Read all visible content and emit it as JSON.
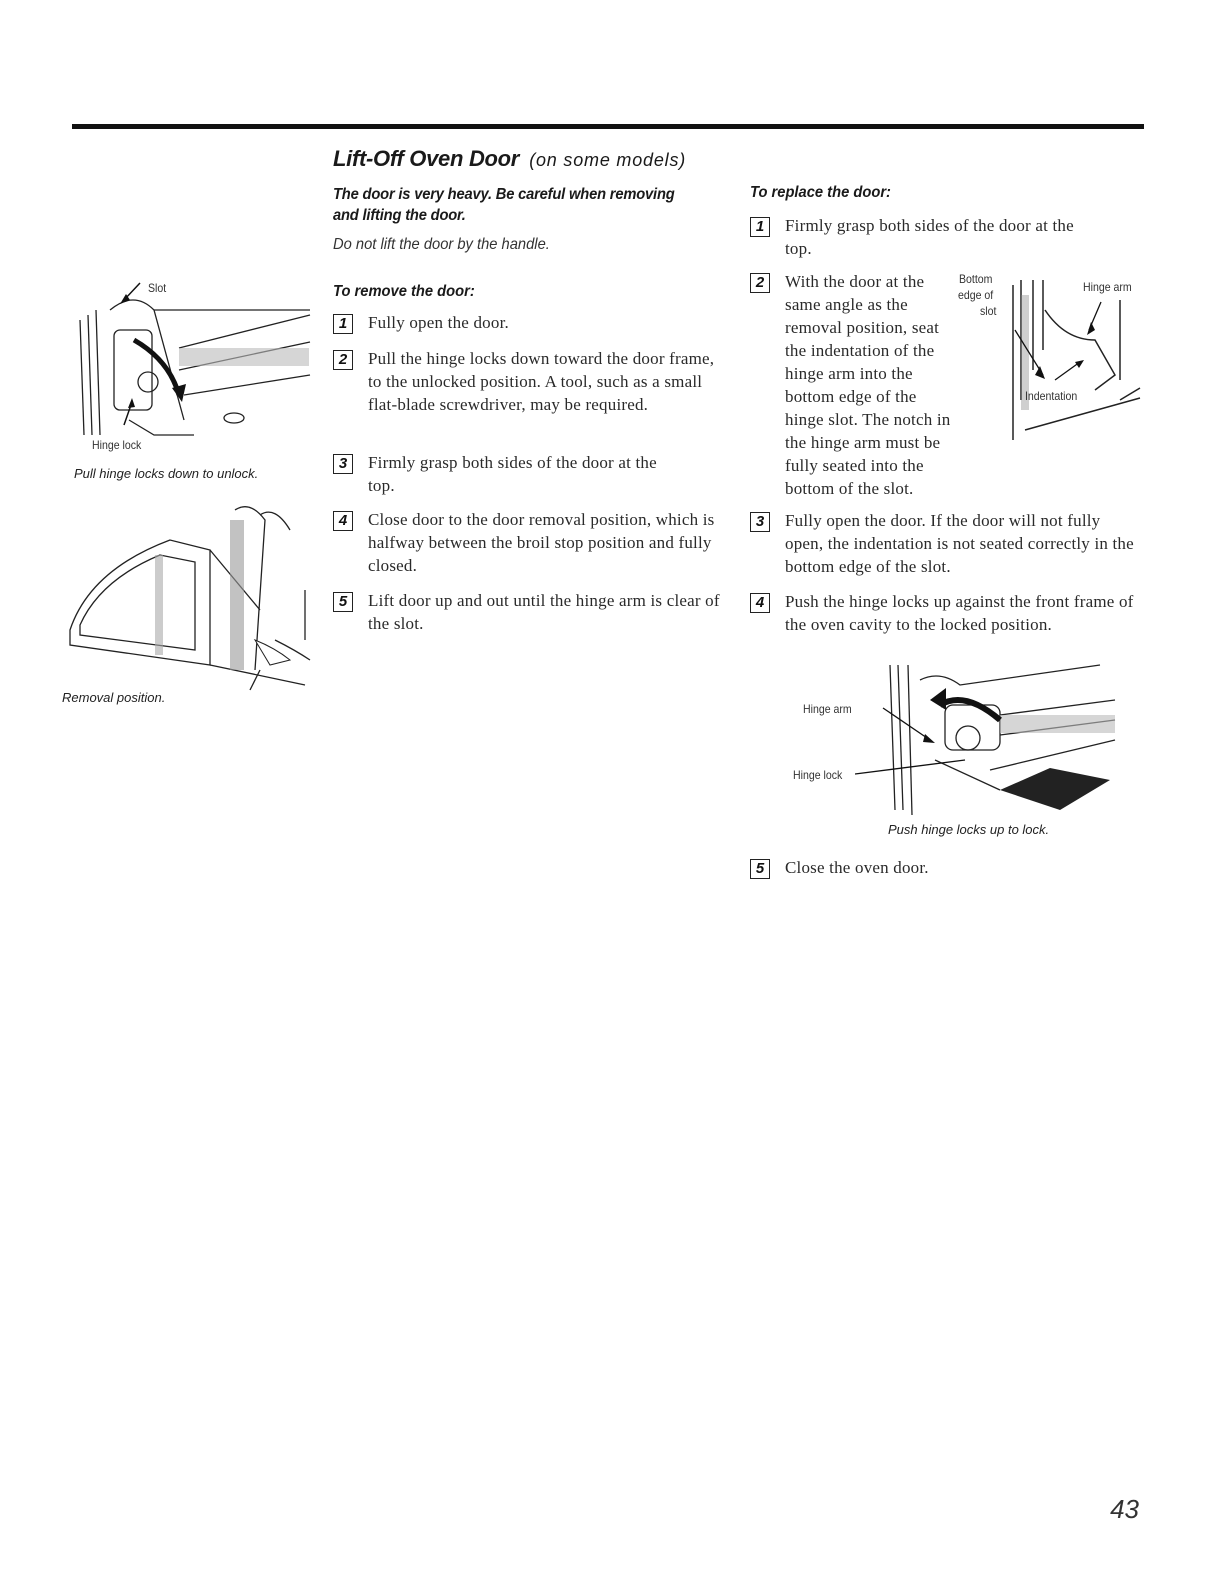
{
  "header": {
    "title": "Lift-Off Oven Door",
    "title_qualifier": "(on some models)"
  },
  "warning": "The door is very heavy. Be careful when removing and lifting the door.",
  "note": "Do not lift the door by the handle.",
  "remove": {
    "heading": "To remove the door:",
    "steps": [
      {
        "num": "1",
        "text": "Fully open the door."
      },
      {
        "num": "2",
        "text": "Pull the hinge locks down toward the door frame, to the unlocked position. A tool, such as a small flat-blade screwdriver, may be required."
      },
      {
        "num": "3",
        "text": "Firmly grasp both sides of the door at the top."
      },
      {
        "num": "4",
        "text": "Close door to the door removal position, which is halfway between the broil stop position and fully closed."
      },
      {
        "num": "5",
        "text": "Lift door up and out until the hinge arm is clear of the slot."
      }
    ]
  },
  "replace": {
    "heading": "To replace the door:",
    "steps": [
      {
        "num": "1",
        "text": "Firmly grasp both sides of the door at the top."
      },
      {
        "num": "2",
        "text": "With the door at the same angle as the removal position, seat the indentation of the hinge arm into the bottom edge of the hinge slot. The notch in the hinge arm must be fully seated into the bottom of the slot."
      },
      {
        "num": "3",
        "text": "Fully open the door. If the door will not fully open, the indentation is not seated correctly in the bottom edge of the slot."
      },
      {
        "num": "4",
        "text": "Push the hinge locks up against the front frame of the oven cavity to the locked position."
      },
      {
        "num": "5",
        "text": "Close the oven door."
      }
    ]
  },
  "figures": {
    "unlock": {
      "label_slot": "Slot",
      "label_hinge_lock": "Hinge lock",
      "caption": "Pull hinge locks down to unlock."
    },
    "removal": {
      "caption": "Removal position."
    },
    "seat": {
      "label_bottom": "Bottom",
      "label_edge_of": "edge of",
      "label_slot": "slot",
      "label_hinge_arm": "Hinge arm",
      "label_indentation": "Indentation"
    },
    "lock": {
      "label_hinge_arm": "Hinge arm",
      "label_hinge_lock": "Hinge lock",
      "caption": "Push hinge locks up to lock."
    }
  },
  "page_number": "43"
}
